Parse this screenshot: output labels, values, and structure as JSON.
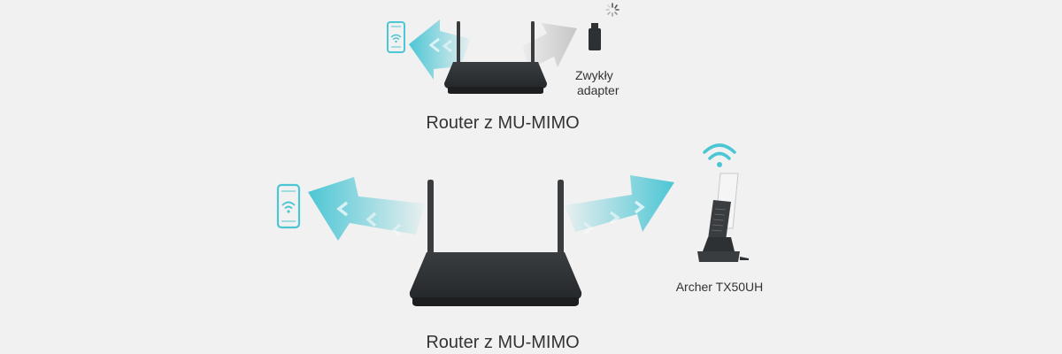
{
  "top_scene": {
    "router_label": "Router z MU-MIMO",
    "adapter_label_line1": "Zwykły",
    "adapter_label_line2": "adapter"
  },
  "bottom_scene": {
    "router_label": "Router z MU-MIMO",
    "adapter_label": "Archer TX50UH"
  },
  "colors": {
    "background": "#f1f1f1",
    "signal_cyan": "#4cc6d4",
    "signal_gray": "#c6c6c6",
    "router_body": "#2e3134",
    "text": "#333333"
  },
  "icons": {
    "phone": "phone-icon",
    "wifi": "wifi-icon",
    "loading": "loading-icon",
    "usb_adapter": "usb-adapter-icon",
    "archer_adapter": "archer-adapter-icon",
    "router": "router-icon"
  }
}
